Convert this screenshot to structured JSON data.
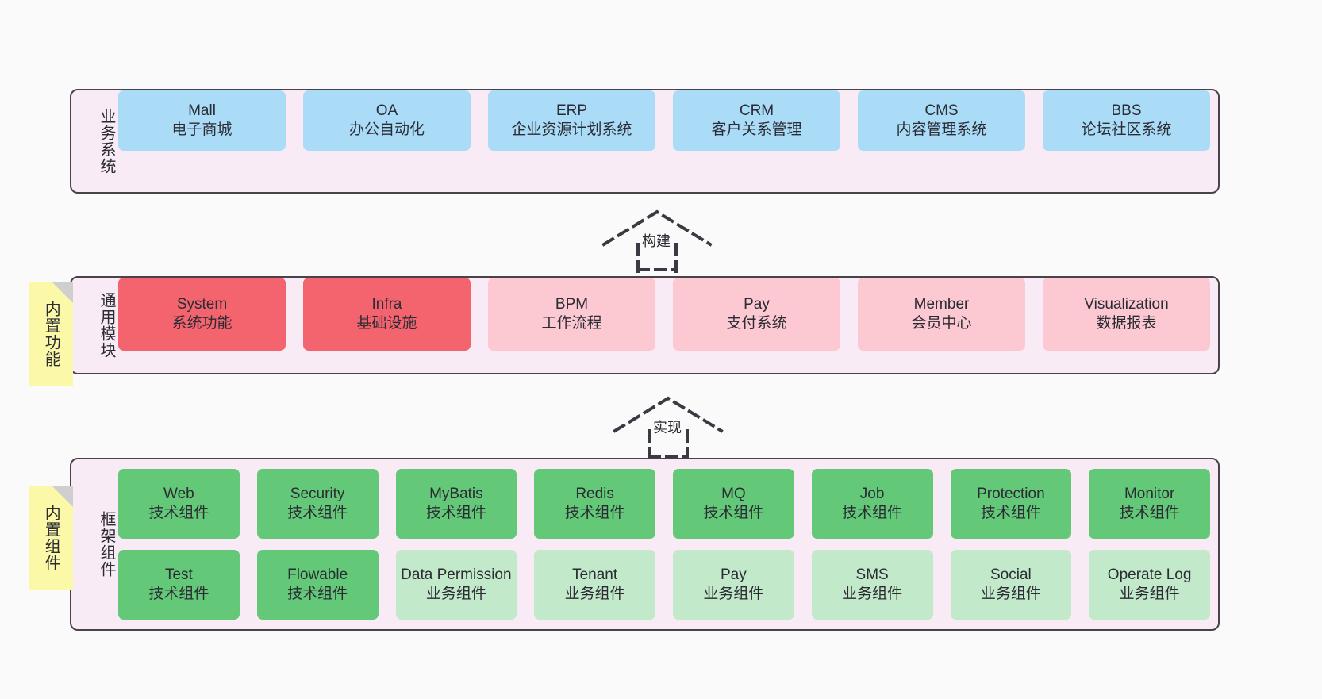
{
  "diagram": {
    "layers": [
      {
        "id": "business",
        "title": "业务系统",
        "nodes": [
          {
            "name": "Mall",
            "sub": "电子商城"
          },
          {
            "name": "OA",
            "sub": "办公自动化"
          },
          {
            "name": "ERP",
            "sub": "企业资源计划系统"
          },
          {
            "name": "CRM",
            "sub": "客户关系管理"
          },
          {
            "name": "CMS",
            "sub": "内容管理系统"
          },
          {
            "name": "BBS",
            "sub": "论坛社区系统"
          }
        ]
      },
      {
        "id": "modules",
        "title": "通用模块",
        "nodes": [
          {
            "name": "System",
            "sub": "系统功能"
          },
          {
            "name": "Infra",
            "sub": "基础设施"
          },
          {
            "name": "BPM",
            "sub": "工作流程"
          },
          {
            "name": "Pay",
            "sub": "支付系统"
          },
          {
            "name": "Member",
            "sub": "会员中心"
          },
          {
            "name": "Visualization",
            "sub": "数据报表"
          }
        ]
      },
      {
        "id": "framework",
        "title": "框架组件",
        "row1": [
          {
            "name": "Web",
            "sub": "技术组件"
          },
          {
            "name": "Security",
            "sub": "技术组件"
          },
          {
            "name": "MyBatis",
            "sub": "技术组件"
          },
          {
            "name": "Redis",
            "sub": "技术组件"
          },
          {
            "name": "MQ",
            "sub": "技术组件"
          },
          {
            "name": "Job",
            "sub": "技术组件"
          },
          {
            "name": "Protection",
            "sub": "技术组件"
          },
          {
            "name": "Monitor",
            "sub": "技术组件"
          }
        ],
        "row2": [
          {
            "name": "Test",
            "sub": "技术组件"
          },
          {
            "name": "Flowable",
            "sub": "技术组件"
          },
          {
            "name": "Data Permission",
            "sub": "业务组件"
          },
          {
            "name": "Tenant",
            "sub": "业务组件"
          },
          {
            "name": "Pay",
            "sub": "业务组件"
          },
          {
            "name": "SMS",
            "sub": "业务组件"
          },
          {
            "name": "Social",
            "sub": "业务组件"
          },
          {
            "name": "Operate Log",
            "sub": "业务组件"
          }
        ]
      }
    ],
    "notes": [
      {
        "id": "builtin-features",
        "text": "内置功能"
      },
      {
        "id": "builtin-components",
        "text": "内置组件"
      }
    ],
    "connectors": [
      {
        "id": "build",
        "label": "构建"
      },
      {
        "id": "implement",
        "label": "实现"
      }
    ],
    "colors": {
      "canvas": "#fafafa",
      "layer_fill": "#f9ebf5",
      "layer_border": "#4a424a",
      "business_node": "#aadcf8",
      "module_highlight": "#f4646e",
      "module_node": "#fcc9d3",
      "tech_component": "#63c878",
      "business_component": "#c2e9c9",
      "sticky_note": "#fbf8a8",
      "sticky_fold": "#cfcfcf",
      "text": "#2b2b33"
    }
  }
}
